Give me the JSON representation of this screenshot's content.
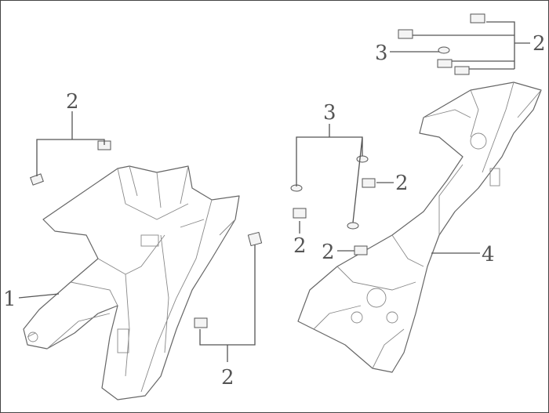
{
  "diagram": {
    "labels": [
      {
        "id": "left-clip-group",
        "text": "2"
      },
      {
        "id": "part-1",
        "text": "1"
      },
      {
        "id": "bottom-clip-group",
        "text": "2"
      },
      {
        "id": "mid-screw-group",
        "text": "3"
      },
      {
        "id": "mid-clip-right",
        "text": "2"
      },
      {
        "id": "mid-clip-left",
        "text": "2"
      },
      {
        "id": "mid-clip-bottom",
        "text": "2"
      },
      {
        "id": "part-4",
        "text": "4"
      },
      {
        "id": "top-screw",
        "text": "3"
      },
      {
        "id": "top-clip-group",
        "text": "2"
      }
    ],
    "colors": {
      "line": "#555555",
      "background": "#ffffff"
    }
  }
}
